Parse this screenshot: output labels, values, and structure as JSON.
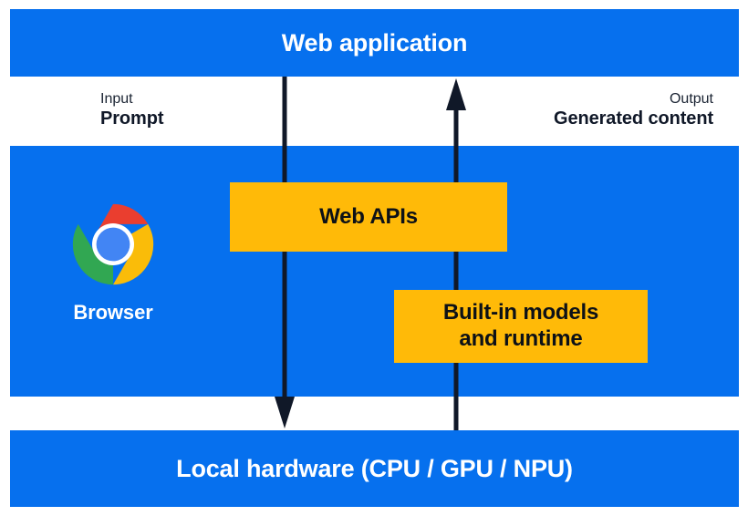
{
  "diagram": {
    "colors": {
      "blue": "#0670EE",
      "amber": "#FFBA08",
      "arrow": "#101828",
      "white": "#FFFFFF"
    },
    "bands": {
      "top": {
        "title": "Web application"
      },
      "middle": {
        "browser_label": "Browser",
        "browser_logo": "chrome-logo",
        "boxes": [
          {
            "id": "web-apis",
            "label": "Web APIs"
          },
          {
            "id": "built-in-models",
            "label": "Built-in models\nand runtime"
          }
        ]
      },
      "bottom": {
        "title": "Local hardware (CPU / GPU / NPU)"
      }
    },
    "flows": [
      {
        "id": "input",
        "kind": "Input",
        "value": "Prompt",
        "direction": "down",
        "icon": "arrow-down-icon"
      },
      {
        "id": "output",
        "kind": "Output",
        "value": "Generated content",
        "direction": "up",
        "icon": "arrow-up-icon"
      }
    ]
  }
}
